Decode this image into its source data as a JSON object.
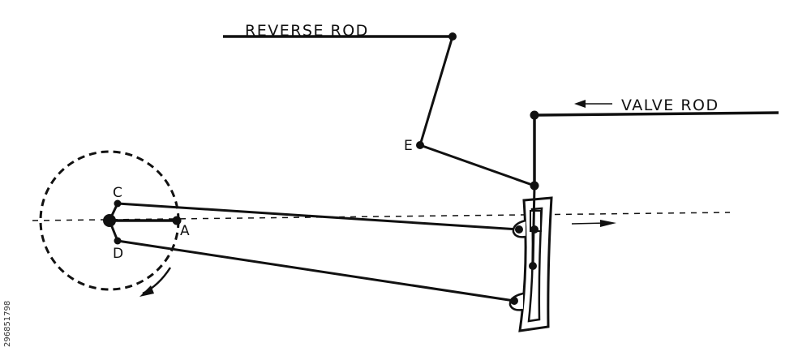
{
  "labels": {
    "reverse_rod": "REVERSE ROD",
    "valve_rod": "VALVE ROD",
    "point_a": "A",
    "point_c": "C",
    "point_d": "D",
    "point_e": "E"
  },
  "stock_id": "296851798",
  "colors": {
    "ink": "#111111",
    "background": "#ffffff"
  }
}
